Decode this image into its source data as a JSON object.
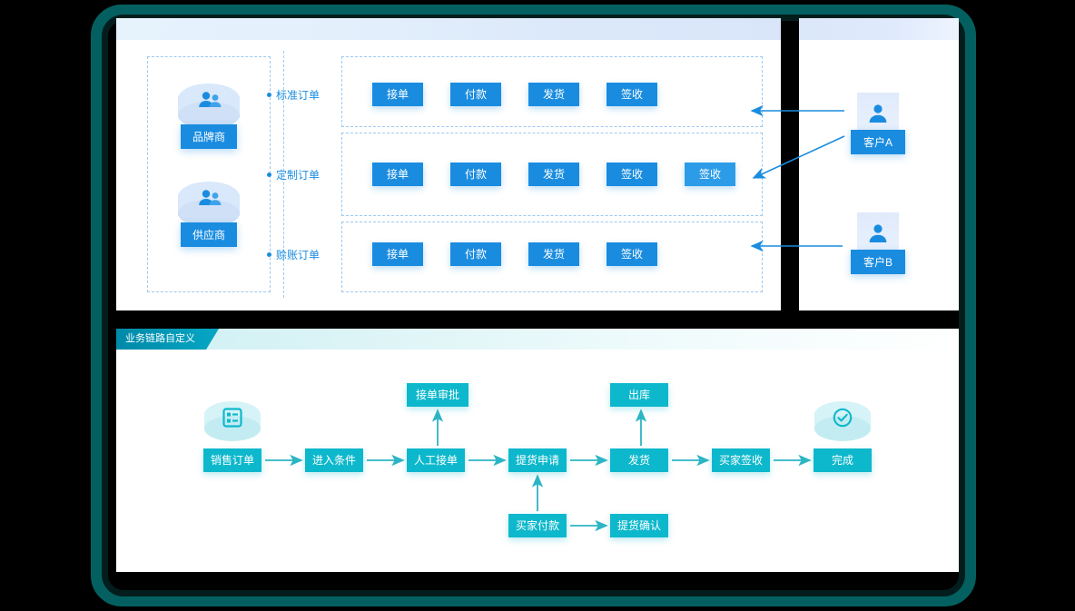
{
  "frame": {
    "accent_color": "#046060",
    "inner_color": "#031d1d"
  },
  "top_panel": {
    "actors": [
      {
        "name": "brand",
        "label": "品牌商",
        "icon": "people-icon"
      },
      {
        "name": "supplier",
        "label": "供应商",
        "icon": "people-icon"
      }
    ],
    "order_types": [
      {
        "label": "标准订单"
      },
      {
        "label": "定制订单"
      },
      {
        "label": "赊账订单"
      }
    ],
    "rows": [
      {
        "type": "标准订单",
        "steps": [
          "接单",
          "付款",
          "发货",
          "签收"
        ]
      },
      {
        "type": "定制订单",
        "steps": [
          "接单",
          "付款",
          "发货",
          "签收",
          "签收"
        ]
      },
      {
        "type": "赊账订单",
        "steps": [
          "接单",
          "付款",
          "发货",
          "签收"
        ]
      }
    ],
    "accent": "#1a8ce0",
    "dash_color": "#9cc9f0"
  },
  "right_panel": {
    "customers": [
      {
        "label": "客户A",
        "icon": "person-icon"
      },
      {
        "label": "客户B",
        "icon": "person-icon"
      }
    ]
  },
  "bottom_panel": {
    "tab_label": "业务链路自定义",
    "accent": "#0eb8cc",
    "main_flow": [
      {
        "label": "销售订单",
        "icon": "list-icon"
      },
      {
        "label": "进入条件"
      },
      {
        "label": "人工接单"
      },
      {
        "label": "提货申请"
      },
      {
        "label": "发货"
      },
      {
        "label": "买家签收"
      },
      {
        "label": "完成",
        "icon": "check-circle-icon"
      }
    ],
    "branch_nodes": [
      {
        "label": "接单审批",
        "attaches_to": "人工接单",
        "direction": "up"
      },
      {
        "label": "出库",
        "attaches_to": "发货",
        "direction": "up"
      }
    ],
    "sub_flow": [
      {
        "label": "买家付款"
      },
      {
        "label": "提货确认"
      }
    ],
    "sub_flow_link": {
      "from": "买家付款",
      "to": "提货申请",
      "direction": "up"
    }
  }
}
